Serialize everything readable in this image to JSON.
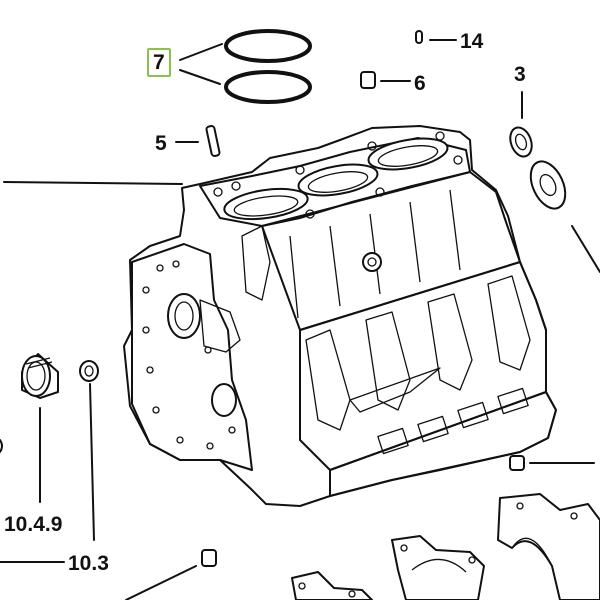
{
  "callouts": {
    "c7": "7",
    "c14": "14",
    "c6": "6",
    "c3": "3",
    "c5": "5",
    "c10_4_9": "10.4.9",
    "c10_3": "10.3"
  },
  "colors": {
    "highlight_box": "#8bc34a",
    "ink": "#111111"
  },
  "selected_callout": "7"
}
